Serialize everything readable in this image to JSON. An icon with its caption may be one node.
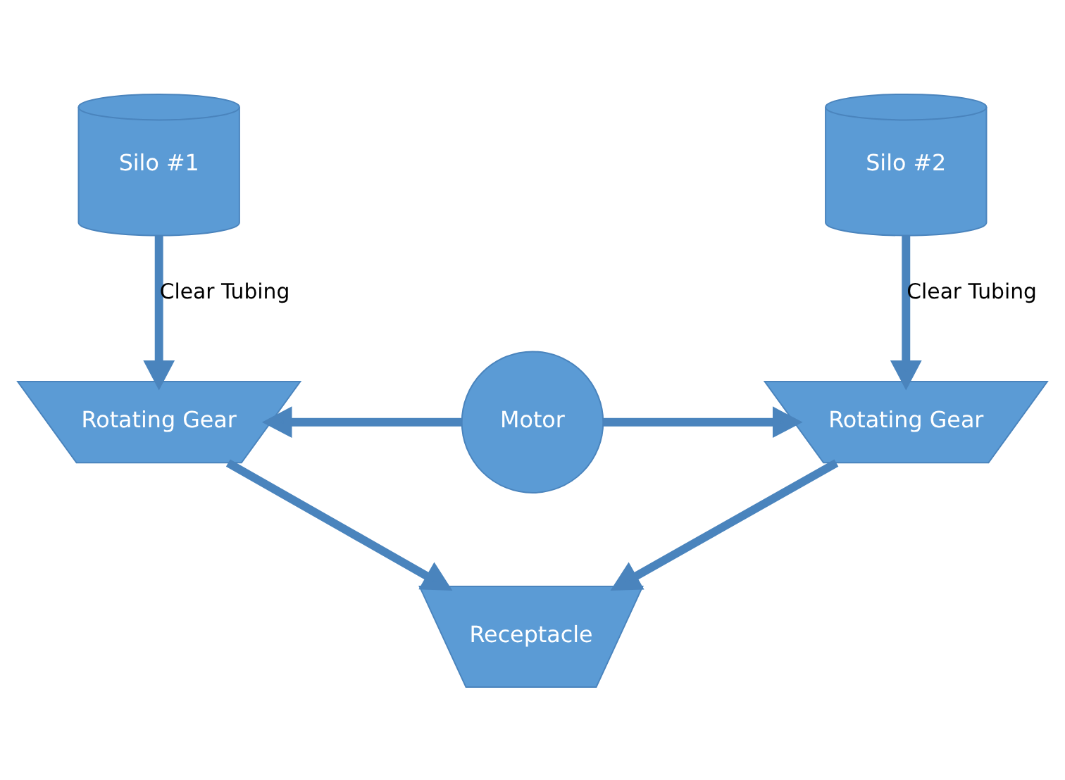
{
  "diagram": {
    "nodes": [
      {
        "text": [
          "Silo #1"
        ]
      },
      {
        "text": [
          "Silo #2"
        ]
      },
      {
        "text": [
          "Rotating Gear"
        ]
      },
      {
        "text": [
          "Motor"
        ]
      },
      {
        "text": [
          "Rotating Gear"
        ]
      },
      {
        "text": [
          "Receptacle"
        ]
      }
    ],
    "edges": [
      {
        "from": 0,
        "to": 2,
        "arrow": "to",
        "label": "Clear Tubing"
      },
      {
        "from": 1,
        "to": 4,
        "arrow": "to",
        "label": "Clear Tubing"
      },
      {
        "from": 3,
        "to": 2,
        "arrow": "to"
      },
      {
        "from": 3,
        "to": 4,
        "arrow": "to"
      },
      {
        "from": 2,
        "to": 5,
        "arrow": "to"
      },
      {
        "from": 4,
        "to": 5,
        "arrow": "to"
      }
    ]
  }
}
